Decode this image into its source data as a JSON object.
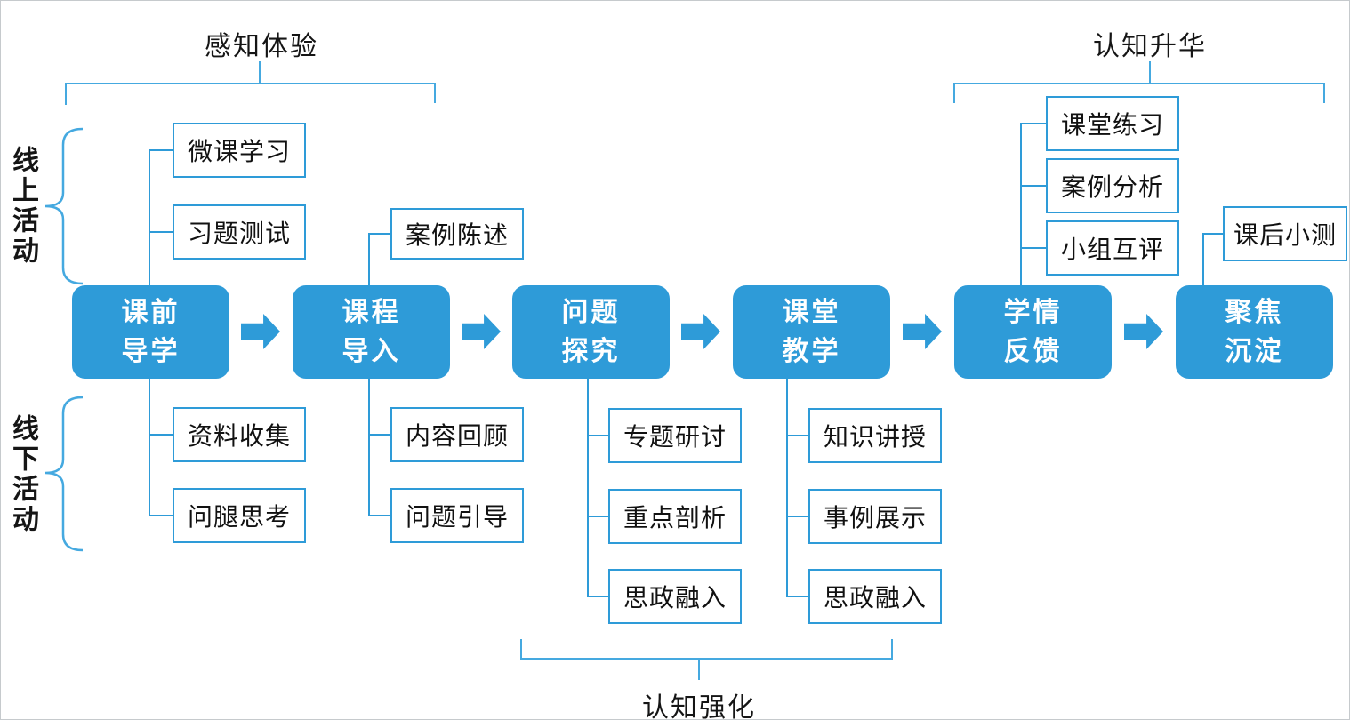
{
  "diagram": {
    "title_context": "blended teaching flow diagram",
    "colors": {
      "box_blue": "#2E9BD8",
      "connector_blue": "#2E9BD8",
      "bracket_blue": "#45A9E0",
      "text_dark": "#111111",
      "text_white": "#ffffff"
    },
    "phase_labels": {
      "top_left": "感知体验",
      "top_right": "认知升华",
      "bottom": "认知强化"
    },
    "side_labels": {
      "online": "线上活动",
      "offline": "线下活动"
    },
    "steps": [
      {
        "line1": "课前",
        "line2": "导学"
      },
      {
        "line1": "课程",
        "line2": "导入"
      },
      {
        "line1": "问题",
        "line2": "探究"
      },
      {
        "line1": "课堂",
        "line2": "教学"
      },
      {
        "line1": "学情",
        "line2": "反馈"
      },
      {
        "line1": "聚焦",
        "line2": "沉淀"
      }
    ],
    "sub_boxes": {
      "step1_above": [
        "微课学习",
        "习题测试"
      ],
      "step1_below": [
        "资料收集",
        "问腿思考"
      ],
      "step2_above": [
        "案例陈述"
      ],
      "step2_below": [
        "内容回顾",
        "问题引导"
      ],
      "step3_below": [
        "专题研讨",
        "重点剖析",
        "思政融入"
      ],
      "step4_below": [
        "知识讲授",
        "事例展示",
        "思政融入"
      ],
      "step5_above": [
        "课堂练习",
        "案例分析",
        "小组互评"
      ],
      "step6_above": [
        "课后小测"
      ]
    }
  }
}
